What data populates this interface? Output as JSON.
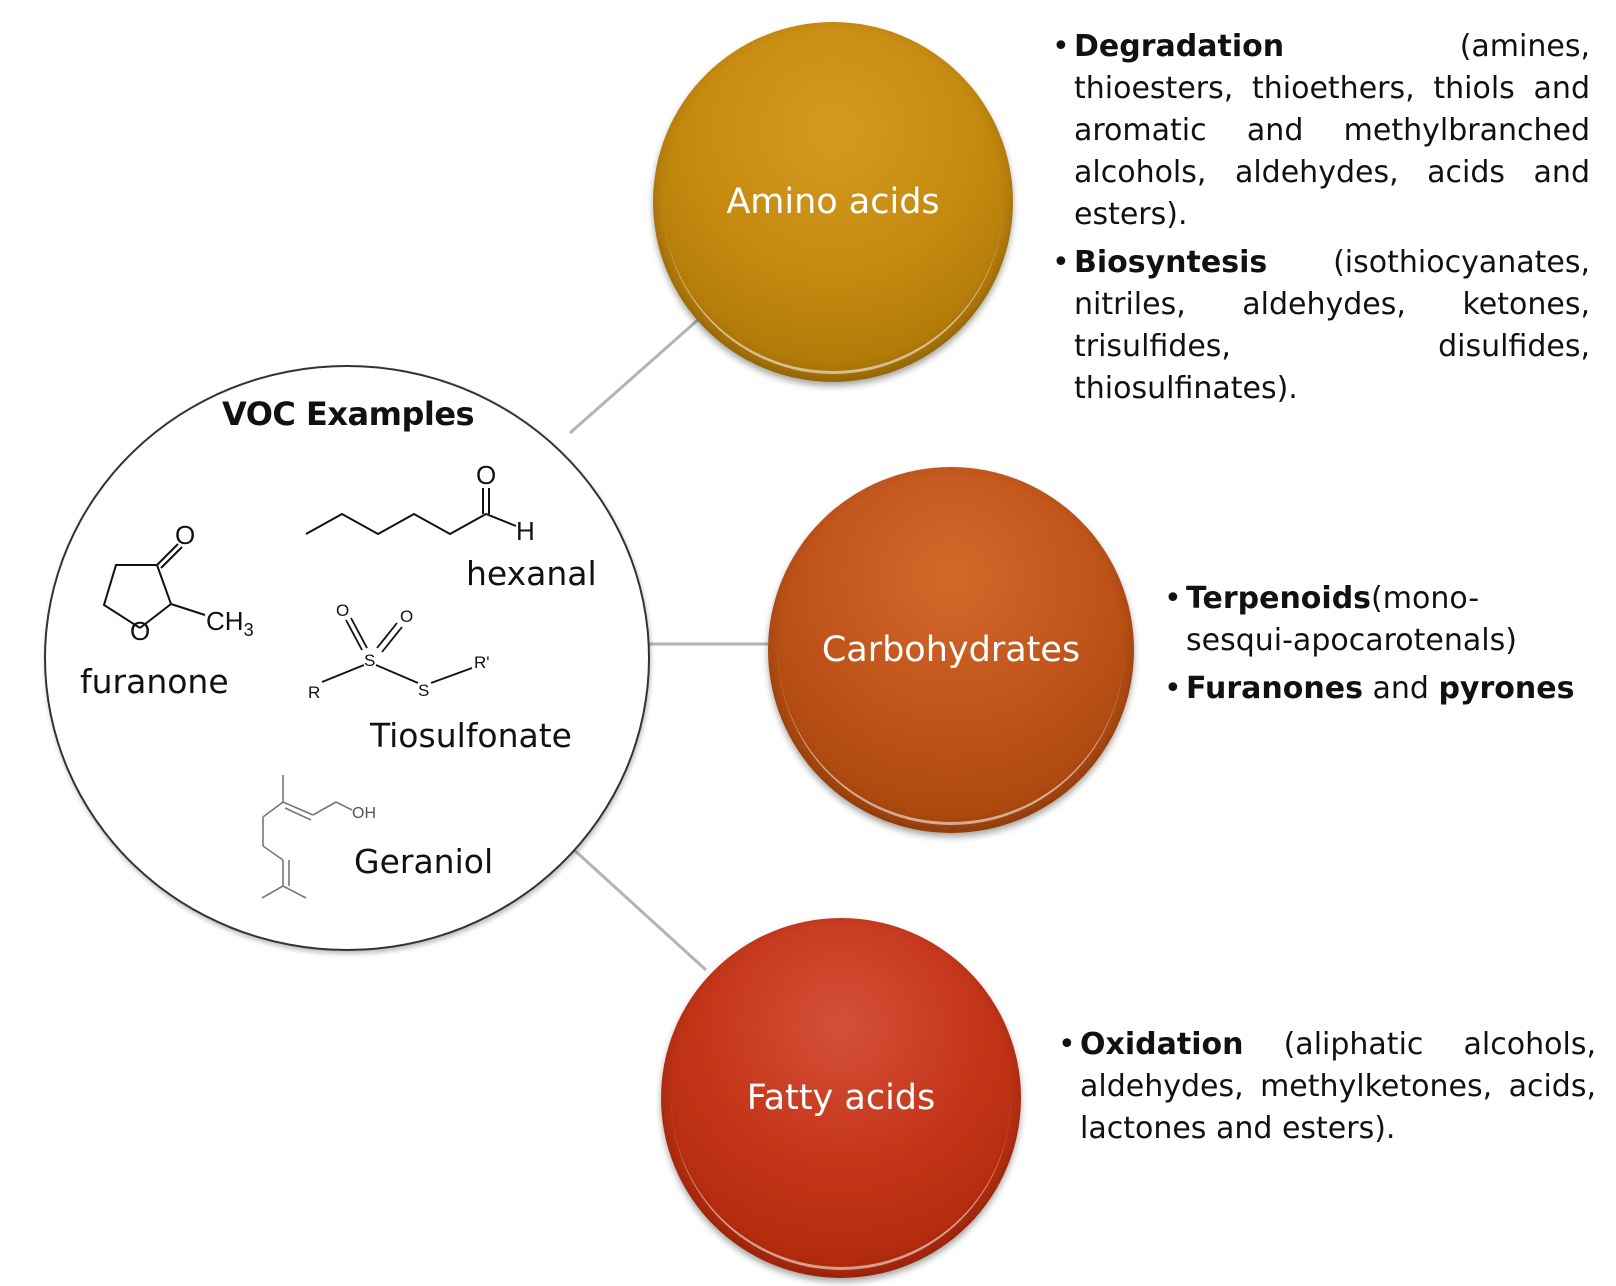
{
  "voc_panel": {
    "title": "VOC Examples",
    "compounds": [
      {
        "label": "furanone"
      },
      {
        "label": "hexanal"
      },
      {
        "label": "Tiosulfonate"
      },
      {
        "label": "Geraniol"
      }
    ],
    "atom_labels": {
      "furanone": {
        "carbonyl_o": "O",
        "ring_o": "O",
        "methyl": "CH",
        "methyl_sub": "3"
      },
      "hexanal": {
        "o": "O",
        "h": "H"
      },
      "tiosulfonate": {
        "o1": "O",
        "o2": "O",
        "s1": "S",
        "s2": "S",
        "r": "R",
        "r2": "R'"
      },
      "geraniol": {
        "oh": "OH"
      }
    }
  },
  "sources": [
    {
      "label": "Amino acids",
      "color": "#c68a0f",
      "bullets": [
        {
          "bold": "Degradation",
          "text": " (amines, thioesters, thioethers,  thiols and aromatic and methylbranched alcohols, aldehydes, acids and esters)."
        },
        {
          "bold": "Biosyntesis",
          "text": "   (isothiocyanates, nitriles, aldehydes, ketones, trisulfides, disulfides, thiosulfinates)."
        }
      ]
    },
    {
      "label": "Carbohydrates",
      "color": "#c0541a",
      "bullets": [
        {
          "bold": "Terpenoids",
          "text": "(mono-sesqui-apocarotenals)"
        },
        {
          "bold": "Furanones",
          "mid": " and ",
          "bold2": "pyrones"
        }
      ]
    },
    {
      "label": "Fatty acids",
      "color": "#c43518",
      "bullets": [
        {
          "bold": "Oxidation",
          "text": "   (aliphatic alcohols, aldehydes, methylketones, acids, lactones and esters)."
        }
      ]
    }
  ]
}
